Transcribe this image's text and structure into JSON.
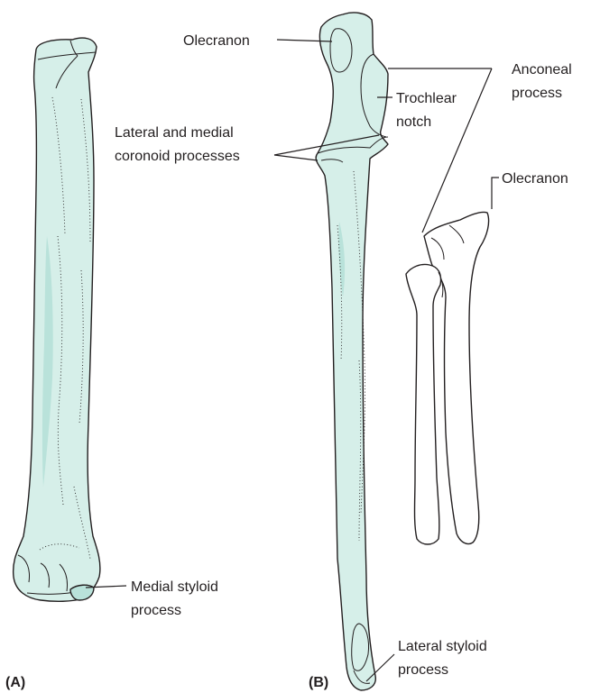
{
  "colors": {
    "bone_fill": "#d6efe9",
    "bone_shade": "#b9e2da",
    "outline": "#231f20",
    "background": "#ffffff"
  },
  "panels": {
    "a": "(A)",
    "b": "(B)"
  },
  "labels": {
    "olecranon_b": "Olecranon",
    "anconeal_1": "Anconeal",
    "anconeal_2": "process",
    "trochlear_1": "Trochlear",
    "trochlear_2": "notch",
    "coronoid_1": "Lateral and medial",
    "coronoid_2": "coronoid processes",
    "olecranon_small": "Olecranon",
    "medial_styloid_1": "Medial styloid",
    "medial_styloid_2": "process",
    "lateral_styloid_1": "Lateral styloid",
    "lateral_styloid_2": "process"
  }
}
